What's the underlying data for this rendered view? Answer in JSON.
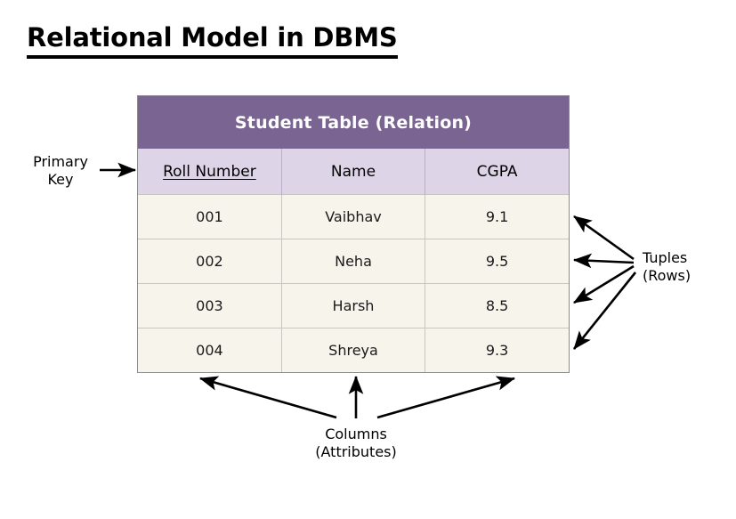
{
  "page": {
    "title": "Relational Model in DBMS",
    "background_color": "#ffffff"
  },
  "colors": {
    "table_title_bg": "#7a6491",
    "table_title_text": "#ffffff",
    "column_header_bg": "#ded4e8",
    "data_cell_bg": "#f7f4ec",
    "table_border": "#8d8d8d",
    "row_divider": "#c9c6bf",
    "arrow": "#000000",
    "text": "#000000"
  },
  "table": {
    "caption": "Student Table (Relation)",
    "primary_key_column": "Roll Number",
    "columns": [
      {
        "label": "Roll Number",
        "is_primary_key": true
      },
      {
        "label": "Name",
        "is_primary_key": false
      },
      {
        "label": "CGPA",
        "is_primary_key": false
      }
    ],
    "rows": [
      {
        "roll_number": "001",
        "name": "Vaibhav",
        "cgpa": "9.1"
      },
      {
        "roll_number": "002",
        "name": "Neha",
        "cgpa": "9.5"
      },
      {
        "roll_number": "003",
        "name": "Harsh",
        "cgpa": "8.5"
      },
      {
        "roll_number": "004",
        "name": "Shreya",
        "cgpa": "9.3"
      }
    ]
  },
  "annotations": {
    "primary_key": {
      "text": "Primary\nKey",
      "line_1": "Primary",
      "line_2": "Key",
      "arrow_count": 1,
      "points_to": "Roll Number column header"
    },
    "tuples": {
      "text": "Tuples\n(Rows)",
      "line_1": "Tuples",
      "line_2": "(Rows)",
      "arrow_count": 4,
      "points_to": "each data row"
    },
    "columns": {
      "text": "Columns\n(Attributes)",
      "line_1": "Columns",
      "line_2": "(Attributes)",
      "arrow_count": 3,
      "points_to": "each table column"
    }
  }
}
